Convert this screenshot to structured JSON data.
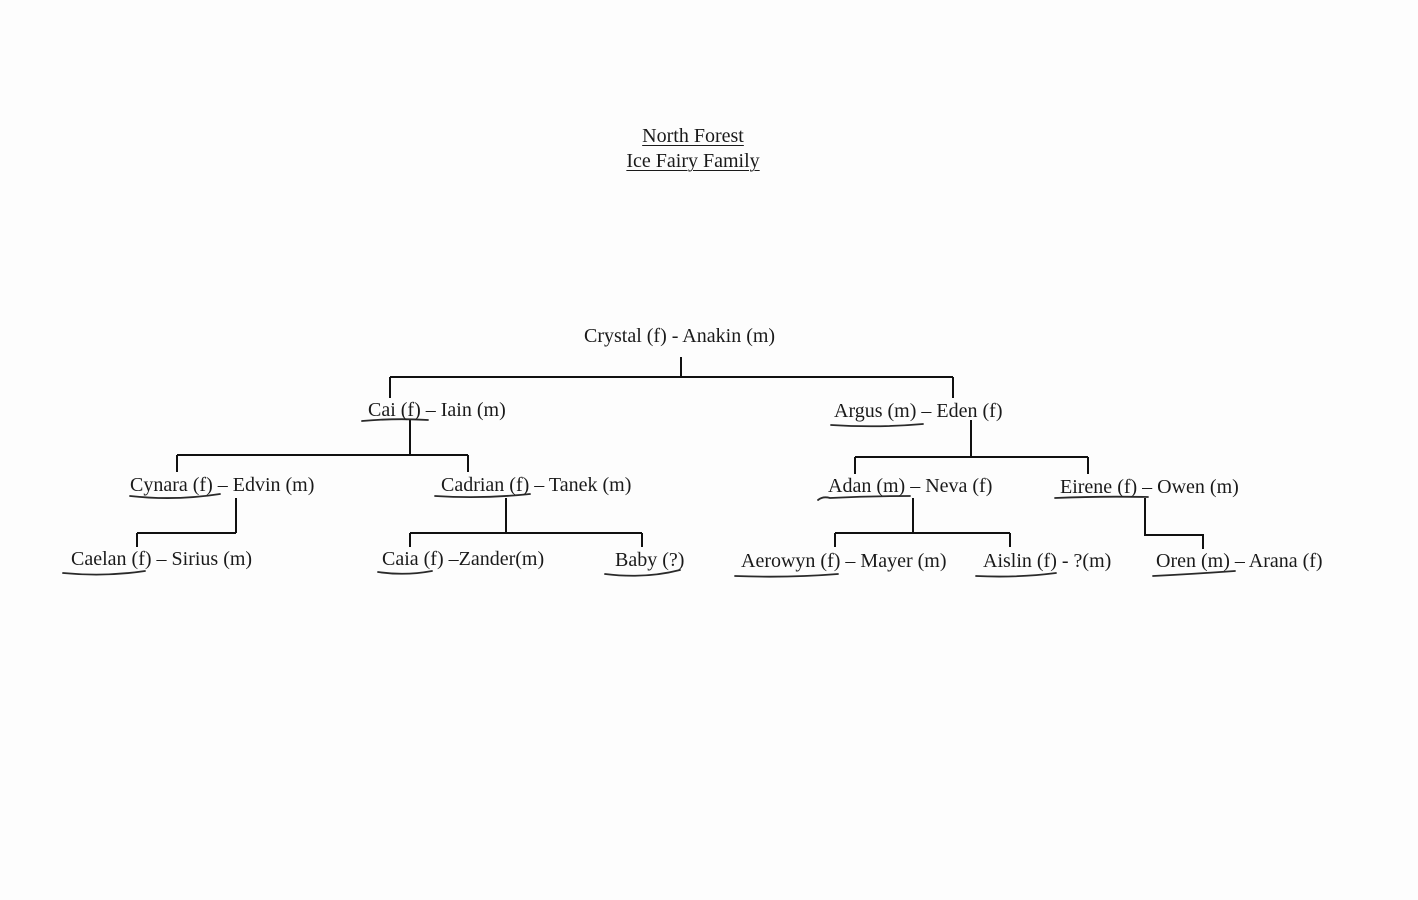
{
  "title": {
    "line1": "North Forest",
    "line2": "Ice Fairy Family"
  },
  "tree": {
    "root": "Crystal (f)  -  Anakin (m)",
    "gen2": {
      "cai": "Cai (f) – Iain (m)",
      "argus": "Argus (m) – Eden (f)"
    },
    "gen3": {
      "cynara": "Cynara (f) – Edvin (m)",
      "cadrian": "Cadrian (f) – Tanek (m)",
      "adan": "Adan (m) – Neva (f)",
      "eirene": "Eirene (f) – Owen (m)"
    },
    "gen4": {
      "caelan": "Caelan (f) – Sirius (m)",
      "caia": "Caia (f) –Zander(m)",
      "baby": "Baby (?)",
      "aerowyn": "Aerowyn (f) – Mayer (m)",
      "aislin": "Aislin (f) -  ?(m)",
      "oren": "Oren (m) – Arana (f)"
    }
  }
}
